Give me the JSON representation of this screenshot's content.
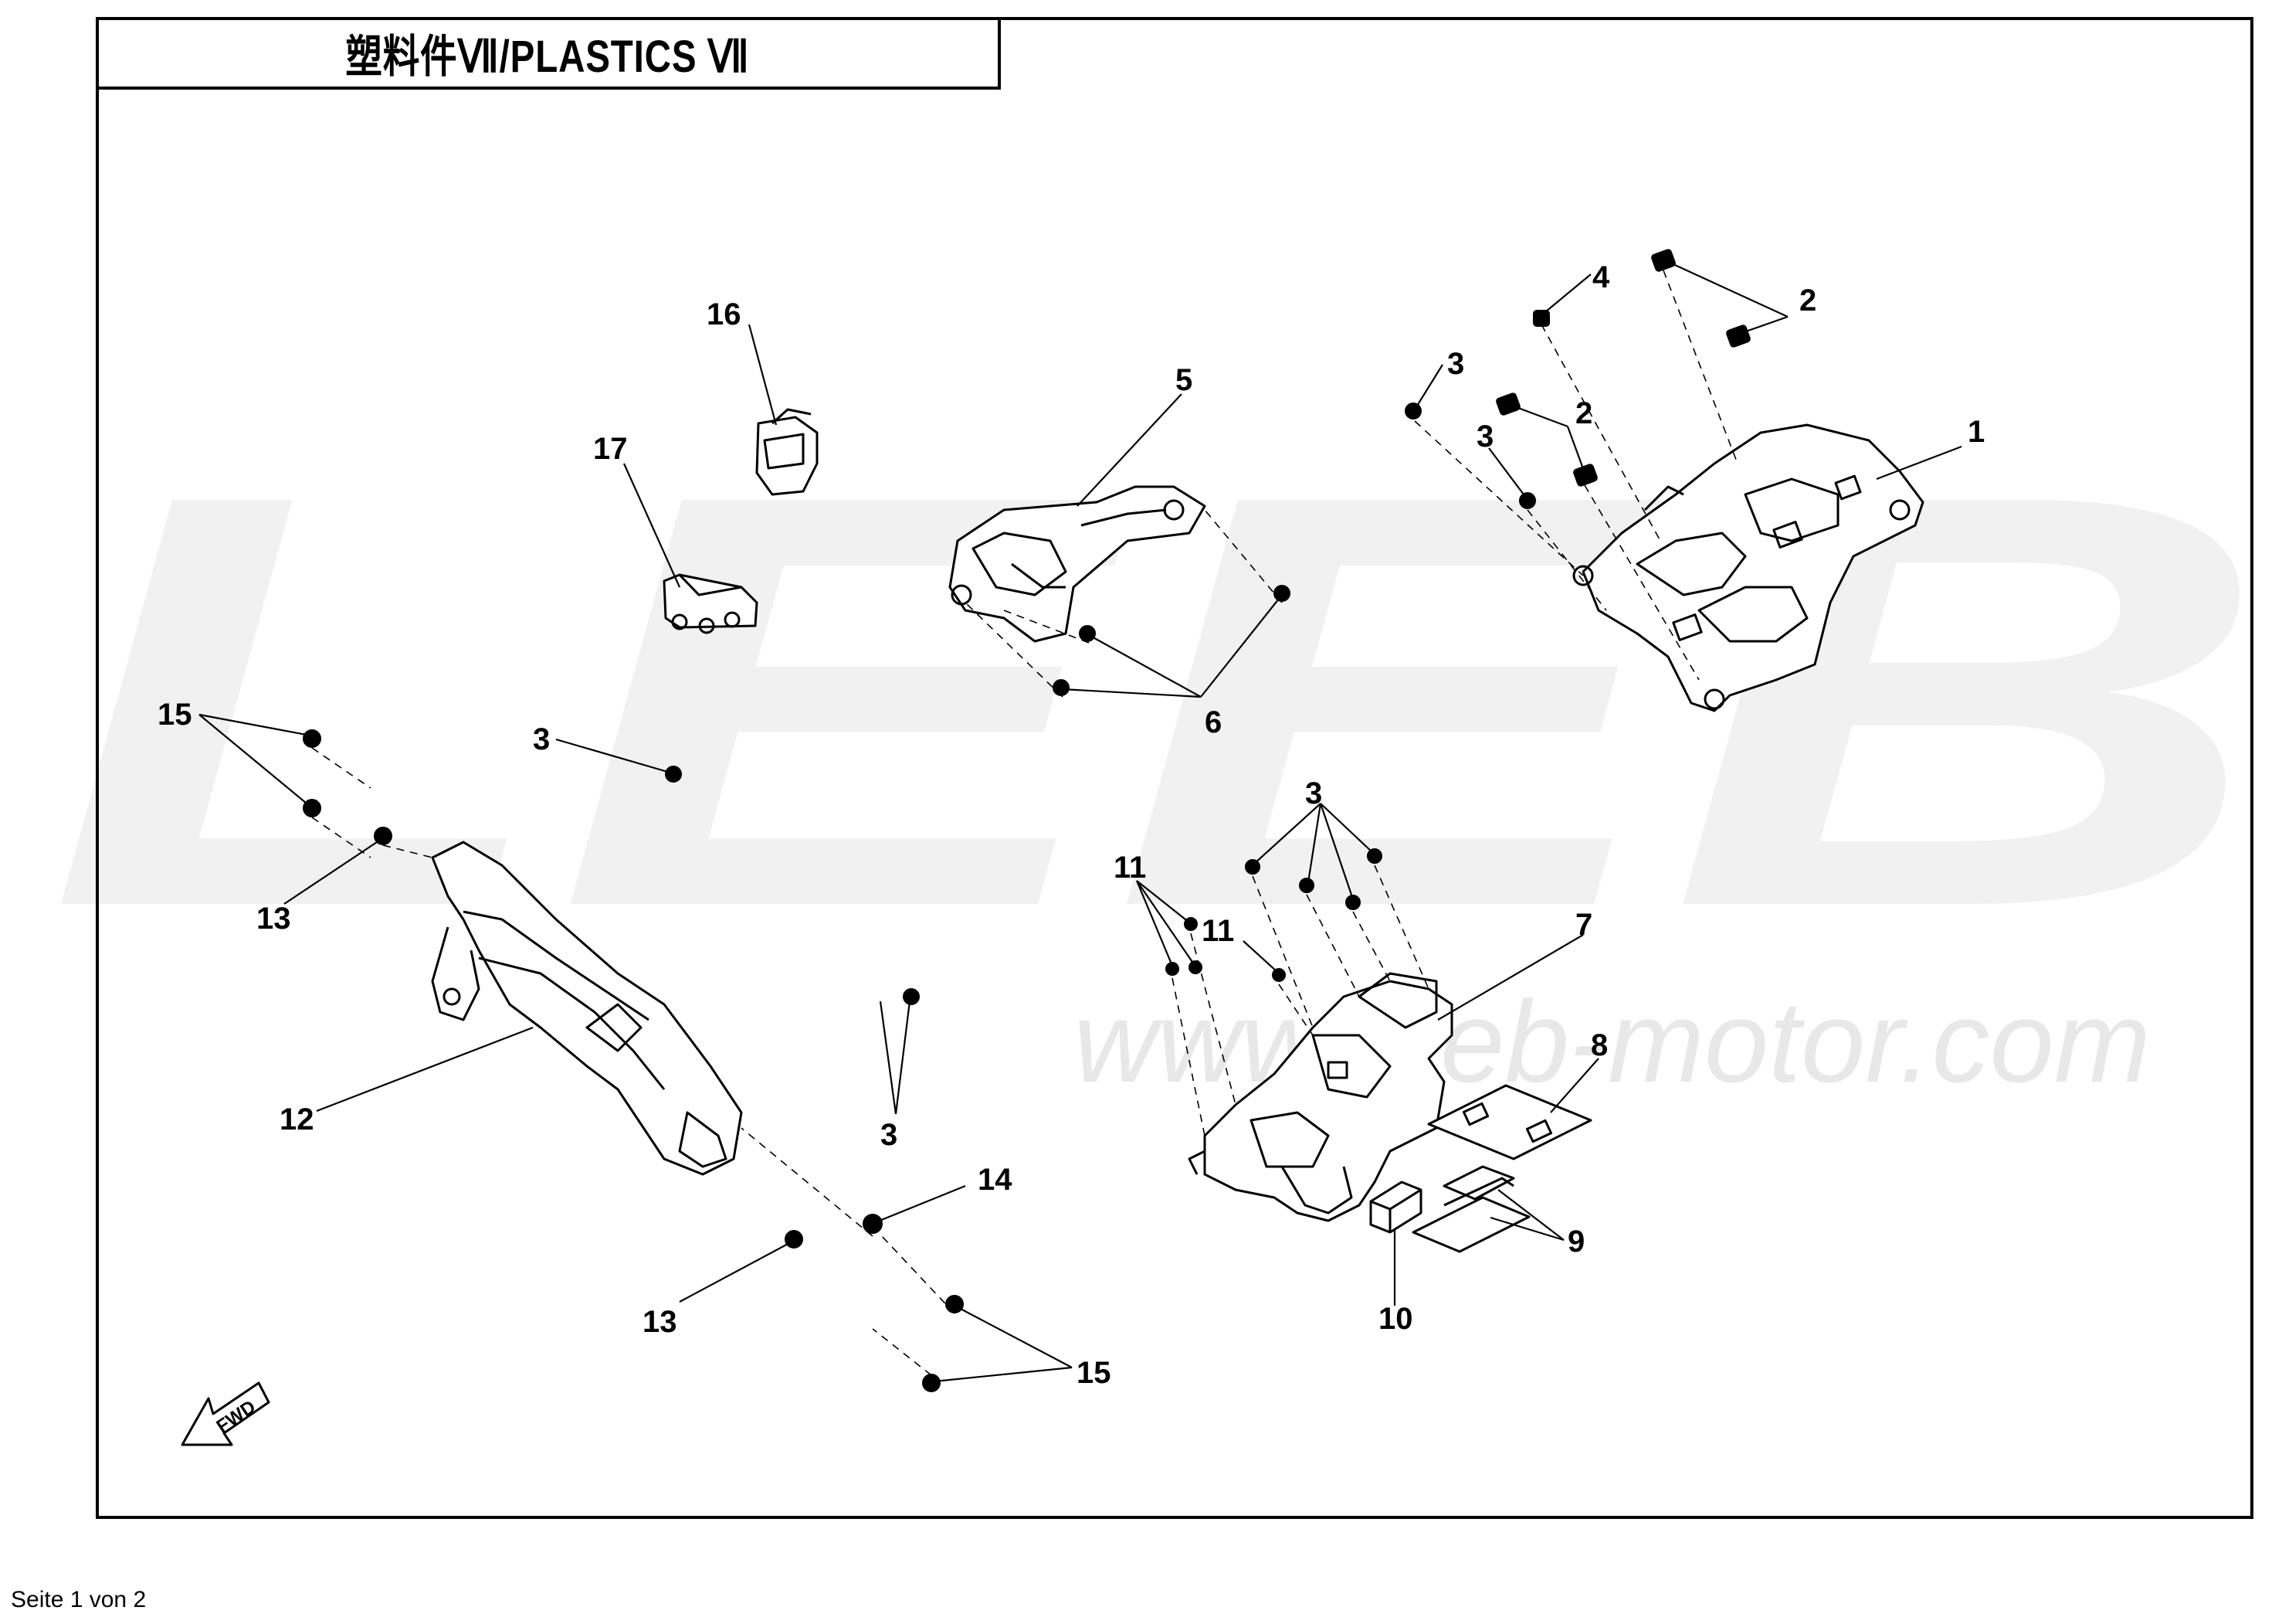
{
  "title": "塑料件Ⅶ/PLASTICS Ⅶ",
  "footer": "Seite 1 von 2",
  "watermark": {
    "logo_text": "LEEB",
    "url_text": "www.leeb-motor.com"
  },
  "fwd_label": "FWD",
  "callouts": [
    {
      "id": "c16",
      "label": "16"
    },
    {
      "id": "c17",
      "label": "17"
    },
    {
      "id": "c5",
      "label": "5"
    },
    {
      "id": "c6",
      "label": "6"
    },
    {
      "id": "c4",
      "label": "4"
    },
    {
      "id": "c2a",
      "label": "2"
    },
    {
      "id": "c2b",
      "label": "2"
    },
    {
      "id": "c3a",
      "label": "3"
    },
    {
      "id": "c3b",
      "label": "3"
    },
    {
      "id": "c1",
      "label": "1"
    },
    {
      "id": "c15a",
      "label": "15"
    },
    {
      "id": "c13a",
      "label": "13"
    },
    {
      "id": "c3c",
      "label": "3"
    },
    {
      "id": "c12",
      "label": "12"
    },
    {
      "id": "c3d",
      "label": "3"
    },
    {
      "id": "c14",
      "label": "14"
    },
    {
      "id": "c13b",
      "label": "13"
    },
    {
      "id": "c15b",
      "label": "15"
    },
    {
      "id": "c3e",
      "label": "3"
    },
    {
      "id": "c11a",
      "label": "11"
    },
    {
      "id": "c11b",
      "label": "11"
    },
    {
      "id": "c7",
      "label": "7"
    },
    {
      "id": "c8",
      "label": "8"
    },
    {
      "id": "c9",
      "label": "9"
    },
    {
      "id": "c10",
      "label": "10"
    }
  ],
  "colors": {
    "line": "#000000",
    "watermark": "#f1f1f1",
    "background": "#ffffff"
  }
}
